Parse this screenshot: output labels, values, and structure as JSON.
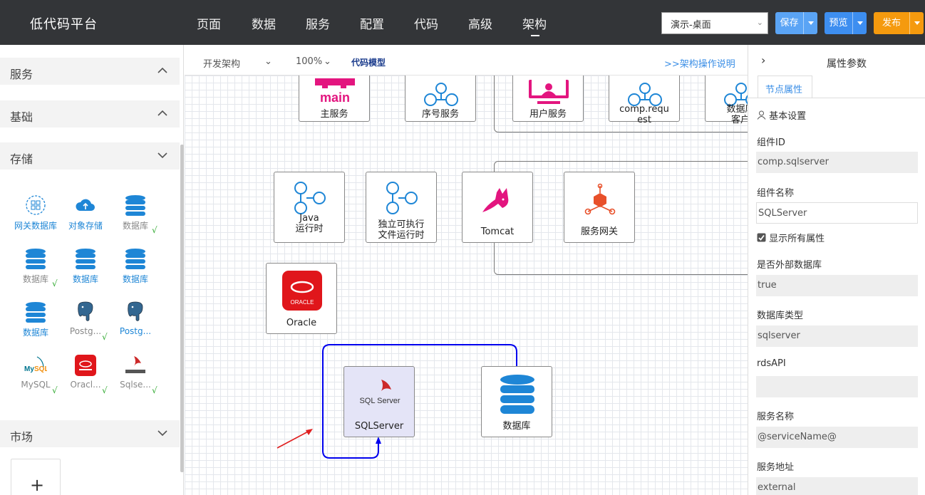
{
  "app": {
    "title": "低代码平台"
  },
  "nav": [
    {
      "label": "页面"
    },
    {
      "label": "数据"
    },
    {
      "label": "服务"
    },
    {
      "label": "配置"
    },
    {
      "label": "代码"
    },
    {
      "label": "高级"
    },
    {
      "label": "架构",
      "active": true
    }
  ],
  "header": {
    "env_value": "演示-桌面",
    "save_label": "保存",
    "preview_label": "预览",
    "publish_label": "发布",
    "colors": {
      "save": "#5aa4f5",
      "preview": "#3d8ef0",
      "publish": "#f59a0e",
      "topbar": "#333538"
    }
  },
  "sidebar": {
    "sections": [
      {
        "title": "服务"
      },
      {
        "title": "基础"
      },
      {
        "title": "存储"
      },
      {
        "title": "市场"
      }
    ],
    "components": [
      {
        "label": "网关数据库",
        "icon": "gateway-db-icon",
        "style": "blue"
      },
      {
        "label": "对象存储",
        "icon": "cloud-storage-icon",
        "style": "blue"
      },
      {
        "label": "数据库",
        "icon": "database-icon",
        "style": "gray",
        "checked": true
      },
      {
        "label": "数据库",
        "icon": "database-icon",
        "style": "gray",
        "checked": true
      },
      {
        "label": "数据库",
        "icon": "database-icon",
        "style": "blue"
      },
      {
        "label": "数据库",
        "icon": "database-icon",
        "style": "blue"
      },
      {
        "label": "数据库",
        "icon": "database-icon",
        "style": "blue"
      },
      {
        "label": "Postg...",
        "icon": "postgres-icon",
        "style": "gray",
        "checked": true
      },
      {
        "label": "Postg...",
        "icon": "postgres-icon",
        "style": "blue"
      },
      {
        "label": "MySQL",
        "icon": "mysql-icon",
        "style": "gray",
        "checked": true
      },
      {
        "label": "Oracl...",
        "icon": "oracle-icon",
        "style": "gray",
        "checked": true
      },
      {
        "label": "Sqlse...",
        "icon": "sqlserver-icon",
        "style": "gray",
        "checked": true
      }
    ],
    "check_mark": "√",
    "add_label": "+"
  },
  "toolbar": {
    "arch_label": "开发架构",
    "zoom": "100%",
    "code_model": "代码模型",
    "help_link": ">>架构操作说明"
  },
  "canvas": {
    "nodes": [
      {
        "id": "main",
        "label": "主服务",
        "icon": "main-logo-icon"
      },
      {
        "id": "seq",
        "label": "序号服务",
        "icon": "service-graph-icon"
      },
      {
        "id": "user",
        "label": "用户服务",
        "icon": "user-monitor-icon"
      },
      {
        "id": "request",
        "label_line1": "comp.requ",
        "label_line2": "est",
        "icon": "service-graph-icon"
      },
      {
        "id": "dbclient",
        "label_line1": "数据库",
        "label_line2": "客户",
        "icon": "service-graph-icon"
      },
      {
        "id": "java",
        "label_line1": "Java",
        "label_line2": "运行时",
        "icon": "service-graph-icon"
      },
      {
        "id": "exec",
        "label_line1": "独立可执行",
        "label_line2": "文件运行时",
        "icon": "service-graph-icon"
      },
      {
        "id": "tomcat",
        "label": "Tomcat",
        "icon": "tomcat-icon"
      },
      {
        "id": "gateway",
        "label": "服务网关",
        "icon": "gateway-icon"
      },
      {
        "id": "oracle",
        "label": "Oracle",
        "icon": "oracle-icon"
      },
      {
        "id": "sqlserver",
        "label": "SQLServer",
        "icon": "sqlserver-icon",
        "selected": true
      },
      {
        "id": "database",
        "label": "数据库",
        "icon": "database-icon"
      }
    ],
    "main_logo_text": "main",
    "oracle_logo_text": "ORACLE",
    "sqlserver_logo_text": "SQL Server",
    "colors": {
      "magenta": "#e3157f",
      "blue": "#1e86d6",
      "link": "#0000ee",
      "oracle": "#e0161b"
    }
  },
  "panel": {
    "title": "属性参数",
    "tab": "节点属性",
    "section": "基本设置",
    "fields": [
      {
        "label": "组件ID",
        "value": "comp.sqlserver"
      },
      {
        "label": "组件名称",
        "value": "SQLServer",
        "editable": true
      },
      {
        "label": "是否外部数据库",
        "value": "true"
      },
      {
        "label": "数据库类型",
        "value": "sqlserver"
      },
      {
        "label": "rdsAPI",
        "value": ""
      },
      {
        "label": "服务名称",
        "value": "@serviceName@"
      },
      {
        "label": "服务地址",
        "value": "external"
      }
    ],
    "show_all_label": "显示所有属性",
    "show_all_checked": true
  }
}
